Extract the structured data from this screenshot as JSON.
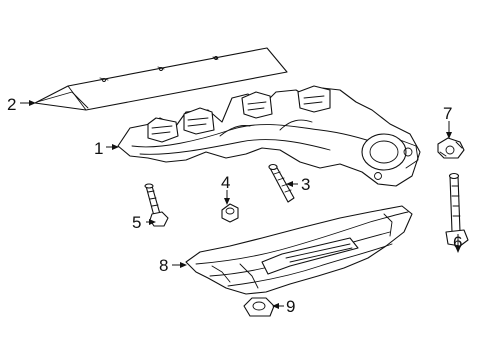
{
  "callouts": [
    {
      "id": "2",
      "label": "2",
      "part": "exhaust-manifold-upper-heat-shield"
    },
    {
      "id": "1",
      "label": "1",
      "part": "exhaust-manifold"
    },
    {
      "id": "7",
      "label": "7",
      "part": "manifold-nut"
    },
    {
      "id": "4",
      "label": "4",
      "part": "manifold-nut"
    },
    {
      "id": "3",
      "label": "3",
      "part": "manifold-stud"
    },
    {
      "id": "5",
      "label": "5",
      "part": "manifold-bolt"
    },
    {
      "id": "6",
      "label": "6",
      "part": "heat-shield-stud"
    },
    {
      "id": "8",
      "label": "8",
      "part": "exhaust-manifold-lower-heat-shield"
    },
    {
      "id": "9",
      "label": "9",
      "part": "heat-shield-nut"
    }
  ],
  "colors": {
    "line": "#111111",
    "background": "#ffffff"
  }
}
